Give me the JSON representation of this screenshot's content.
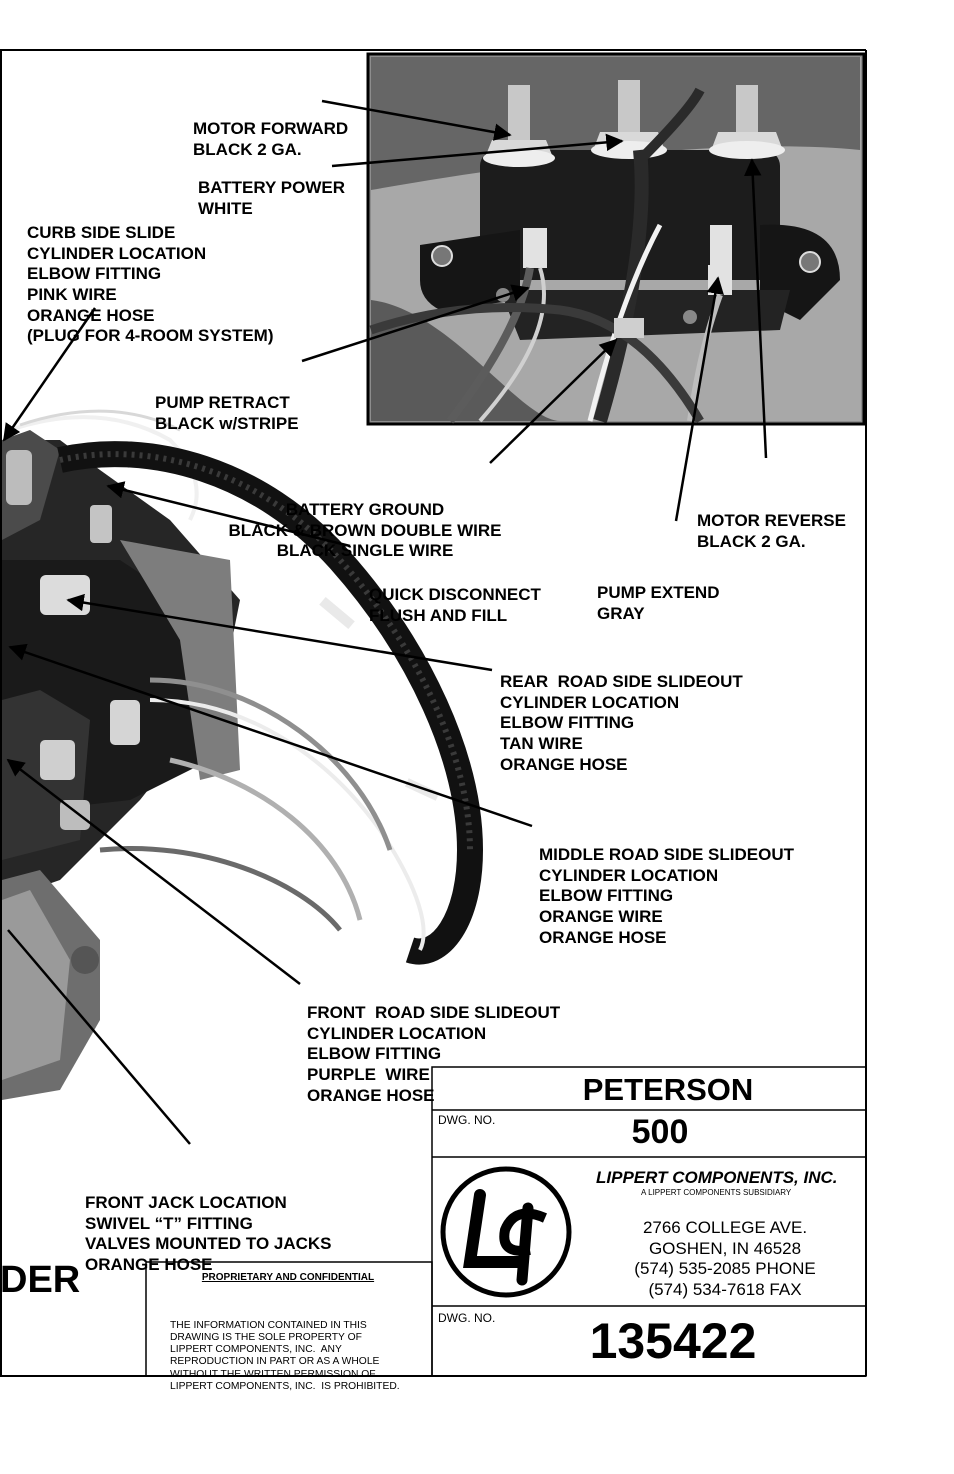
{
  "callouts": {
    "motor_forward": [
      "MOTOR FORWARD",
      "BLACK 2 GA."
    ],
    "battery_power": [
      "BATTERY POWER",
      "WHITE"
    ],
    "curb_side": [
      "CURB SIDE SLIDE",
      "CYLINDER LOCATION",
      "ELBOW FITTING",
      "PINK WIRE",
      "ORANGE HOSE",
      "(PLUG FOR 4-ROOM SYSTEM)"
    ],
    "pump_retract": [
      "PUMP RETRACT",
      "BLACK w/STRIPE"
    ],
    "battery_ground": [
      "BATTERY GROUND",
      "BLACK & BROWN DOUBLE WIRE",
      "BLACK SINGLE WIRE"
    ],
    "motor_reverse": [
      "MOTOR REVERSE",
      "BLACK 2 GA."
    ],
    "quick_disconnect": [
      "QUICK DISCONNECT",
      "FLUSH AND FILL"
    ],
    "pump_extend": [
      "PUMP EXTEND",
      "GRAY"
    ],
    "rear_road_side": [
      "REAR  ROAD SIDE SLIDEOUT",
      "CYLINDER LOCATION",
      "ELBOW FITTING",
      "TAN WIRE",
      "ORANGE HOSE"
    ],
    "middle_road_side": [
      "MIDDLE ROAD SIDE SLIDEOUT",
      "CYLINDER LOCATION",
      "ELBOW FITTING",
      "ORANGE WIRE",
      "ORANGE HOSE"
    ],
    "front_road_side": [
      "FRONT  ROAD SIDE SLIDEOUT",
      "CYLINDER LOCATION",
      "ELBOW FITTING",
      "PURPLE  WIRE",
      "ORANGE HOSE"
    ],
    "front_jack": [
      "FRONT JACK LOCATION",
      "SWIVEL “T” FITTING",
      "VALVES MOUNTED TO JACKS",
      "ORANGE HOSE"
    ]
  },
  "partial_title": "DER",
  "proprietary": {
    "heading": "PROPRIETARY AND CONFIDENTIAL",
    "lines": [
      "THE INFORMATION CONTAINED IN THIS",
      "DRAWING IS THE SOLE PROPERTY OF",
      "LIPPERT COMPONENTS, INC.  ANY",
      "REPRODUCTION IN PART OR AS A WHOLE",
      "WITHOUT THE WRITTEN PERMISSION OF",
      "LIPPERT COMPONENTS, INC.  IS PROHIBITED."
    ]
  },
  "title_block": {
    "customer": "PETERSON",
    "dwg_label_1": "DWG. NO.",
    "model": "500",
    "company": "LIPPERT COMPONENTS, INC.",
    "company_sub": "A LIPPERT COMPONENTS SUBSIDIARY",
    "address": [
      "2766 COLLEGE AVE.",
      "GOSHEN, IN 46528",
      "(574) 535-2085 PHONE",
      "(574) 534-7618 FAX"
    ],
    "dwg_label_2": "DWG. NO.",
    "drawing_number": "135422",
    "logo_text": "LCI"
  }
}
